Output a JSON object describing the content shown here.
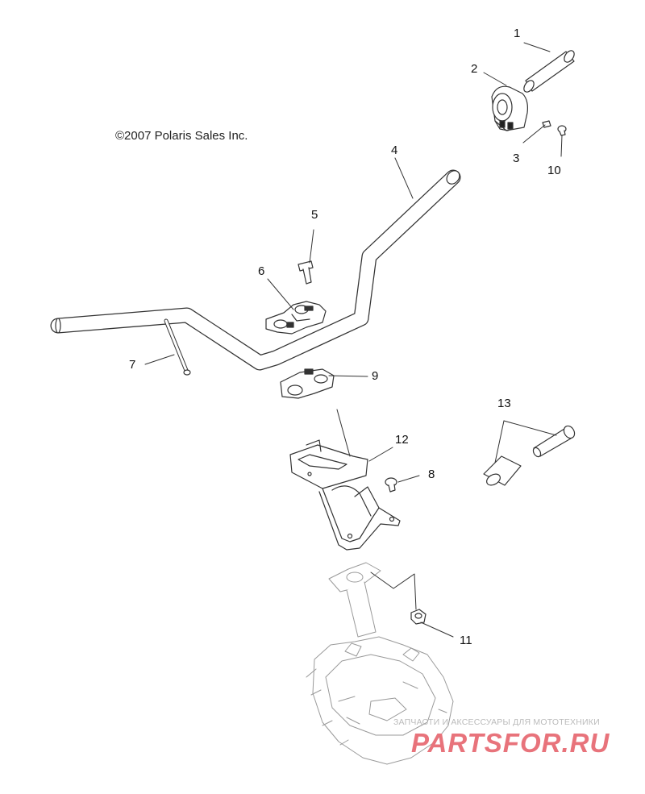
{
  "copyright": "©2007 Polaris Sales Inc.",
  "callouts": {
    "c1": "1",
    "c2": "2",
    "c3": "3",
    "c4": "4",
    "c5": "5",
    "c6": "6",
    "c7": "7",
    "c8": "8",
    "c9": "9",
    "c10": "10",
    "c11": "11",
    "c12": "12",
    "c13": "13"
  },
  "watermark": {
    "tagline": "ЗАПЧАСТИ И АКСЕССУАРЫ ДЛЯ МОТОТЕХНИКИ",
    "logo": "PARTSFOR.RU"
  }
}
